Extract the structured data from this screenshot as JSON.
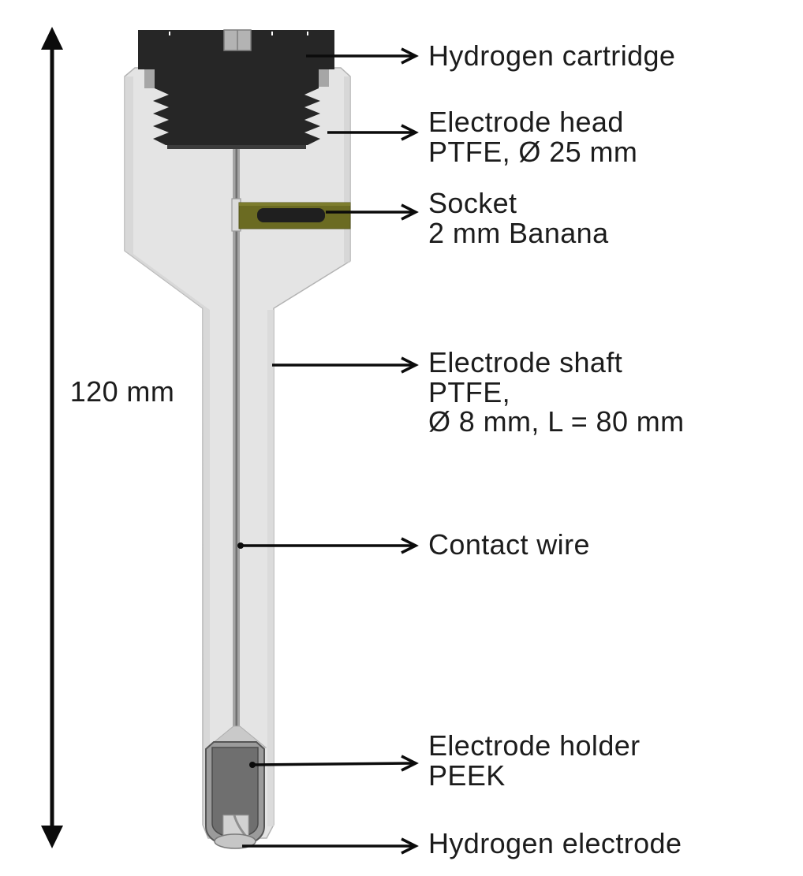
{
  "figure": {
    "type": "technical-diagram",
    "subject": "hydrogen reference electrode assembly",
    "dimension": {
      "label": "120 mm"
    },
    "annotations": [
      {
        "id": "hydrogen-cartridge",
        "lines": [
          "Hydrogen cartridge"
        ]
      },
      {
        "id": "electrode-head",
        "lines": [
          "Electrode head",
          "PTFE, Ø 25 mm"
        ]
      },
      {
        "id": "socket",
        "lines": [
          "Socket",
          "2 mm Banana"
        ]
      },
      {
        "id": "electrode-shaft",
        "lines": [
          "Electrode shaft",
          "PTFE,",
          "Ø 8 mm, L = 80 mm"
        ]
      },
      {
        "id": "contact-wire",
        "lines": [
          "Contact wire"
        ]
      },
      {
        "id": "electrode-holder",
        "lines": [
          "Electrode holder",
          "PEEK"
        ]
      },
      {
        "id": "hydrogen-electrode",
        "lines": [
          "Hydrogen electrode"
        ]
      }
    ],
    "colors": {
      "background": "#ffffff",
      "body_ptfe": "#e4e4e4",
      "body_edge": "#b3b3b3",
      "cartridge_black": "#262626",
      "socket_olive": "#6b6b22",
      "socket_bore": "#1f1f1f",
      "wire_gray": "#a3a3a3",
      "holder_peek": "#6f6f6f",
      "electrode_gray": "#d2d2d2",
      "annotation_text": "#1c1c1c",
      "arrow_black": "#0b0b0b"
    }
  }
}
